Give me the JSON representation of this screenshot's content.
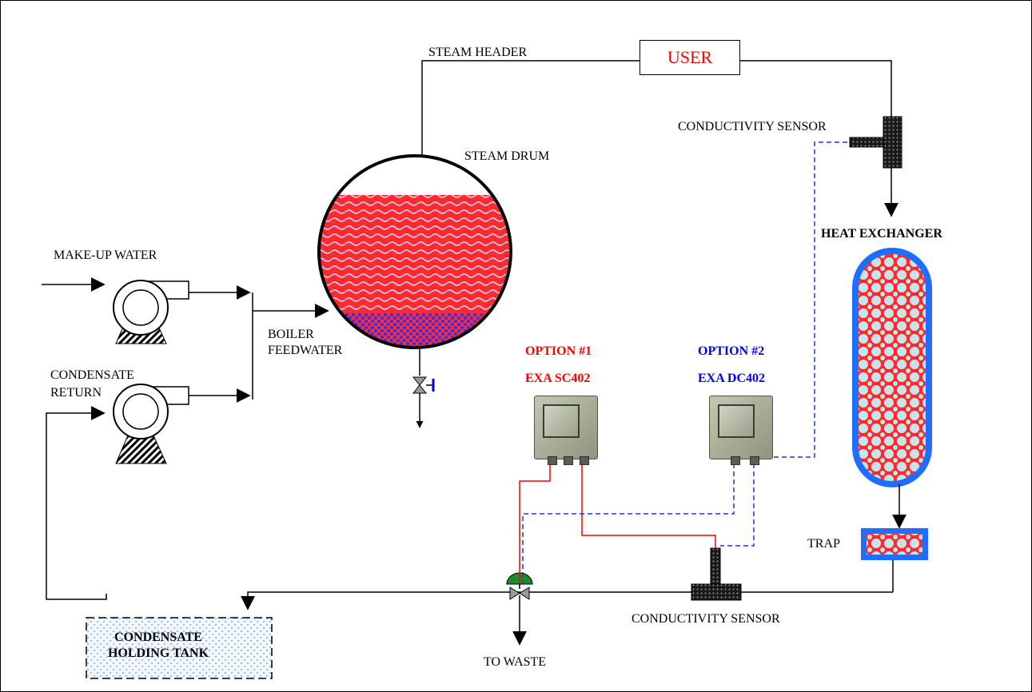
{
  "labels": {
    "steam_header": "STEAM HEADER",
    "user": "USER",
    "conductivity_sensor_top": "CONDUCTIVITY SENSOR",
    "steam_drum": "STEAM DRUM",
    "heat_exchanger": "HEAT EXCHANGER",
    "make_up_water": "MAKE-UP WATER",
    "boiler": "BOILER",
    "feedwater": "FEEDWATER",
    "condensate": "CONDENSATE",
    "return": "RETURN",
    "option1_title": "OPTION #1",
    "option1_model": "EXA SC402",
    "option2_title": "OPTION #2",
    "option2_model": "EXA DC402",
    "trap": "TRAP",
    "conductivity_sensor_bottom": "CONDUCTIVITY SENSOR",
    "to_waste": "TO WASTE",
    "tank_line1": "CONDENSATE",
    "tank_line2": "HOLDING TANK"
  },
  "colors": {
    "line": "#000000",
    "option1": "#ff0000",
    "option2": "#0000ff",
    "water": "#ff2a2a",
    "wave": "#c8c8ff",
    "exchanger_border": "#1e6fff",
    "sensor": "#1a1a1a",
    "tank_dots": "#8ab8ff",
    "valve_cap": "#1f8a2a"
  },
  "icons": [
    "pump-icon",
    "valve-icon",
    "conductivity-sensor-icon",
    "analyzer-icon",
    "arrow-icon"
  ]
}
